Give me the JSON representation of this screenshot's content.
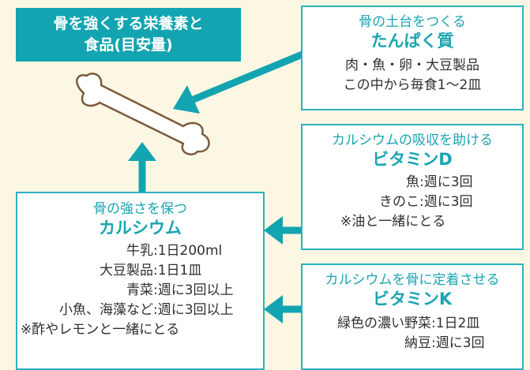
{
  "title": {
    "line1": "骨を強くする栄養素と",
    "line2": "食品(目安量)"
  },
  "colors": {
    "accent": "#12a4b0",
    "border": "#2eb0bd",
    "bone_fill": "#ffffff",
    "bone_stroke": "#7a5a3a",
    "background": "#fcf7e3"
  },
  "protein": {
    "role": "骨の土台をつくる",
    "name": "たんぱく質",
    "line1": "肉・魚・卵・大豆製品",
    "line2": "この中から毎食1〜2皿"
  },
  "vitamin_d": {
    "role": "カルシウムの吸収を助ける",
    "name": "ビタミンD",
    "rows": [
      {
        "food": "魚",
        "amount": ":週に3回"
      },
      {
        "food": "きのこ",
        "amount": ":週に3回"
      }
    ],
    "note": "※油と一緒にとる"
  },
  "calcium": {
    "role": "骨の強さを保つ",
    "name": "カルシウム",
    "rows": [
      {
        "food": "牛乳",
        "amount": ":1日200ml"
      },
      {
        "food": "大豆製品",
        "amount": ":1日1皿"
      },
      {
        "food": "青菜",
        "amount": ":週に3回以上"
      },
      {
        "food": "小魚、海藻など",
        "amount": ":週に3回以上"
      }
    ],
    "note": "※酢やレモンと一緒にとる"
  },
  "vitamin_k": {
    "role": "カルシウムを骨に定着させる",
    "name": "ビタミンK",
    "rows": [
      {
        "food": "緑色の濃い野菜",
        "amount": ":1日2皿"
      },
      {
        "food": "納豆",
        "amount": ":週に3回"
      }
    ]
  }
}
